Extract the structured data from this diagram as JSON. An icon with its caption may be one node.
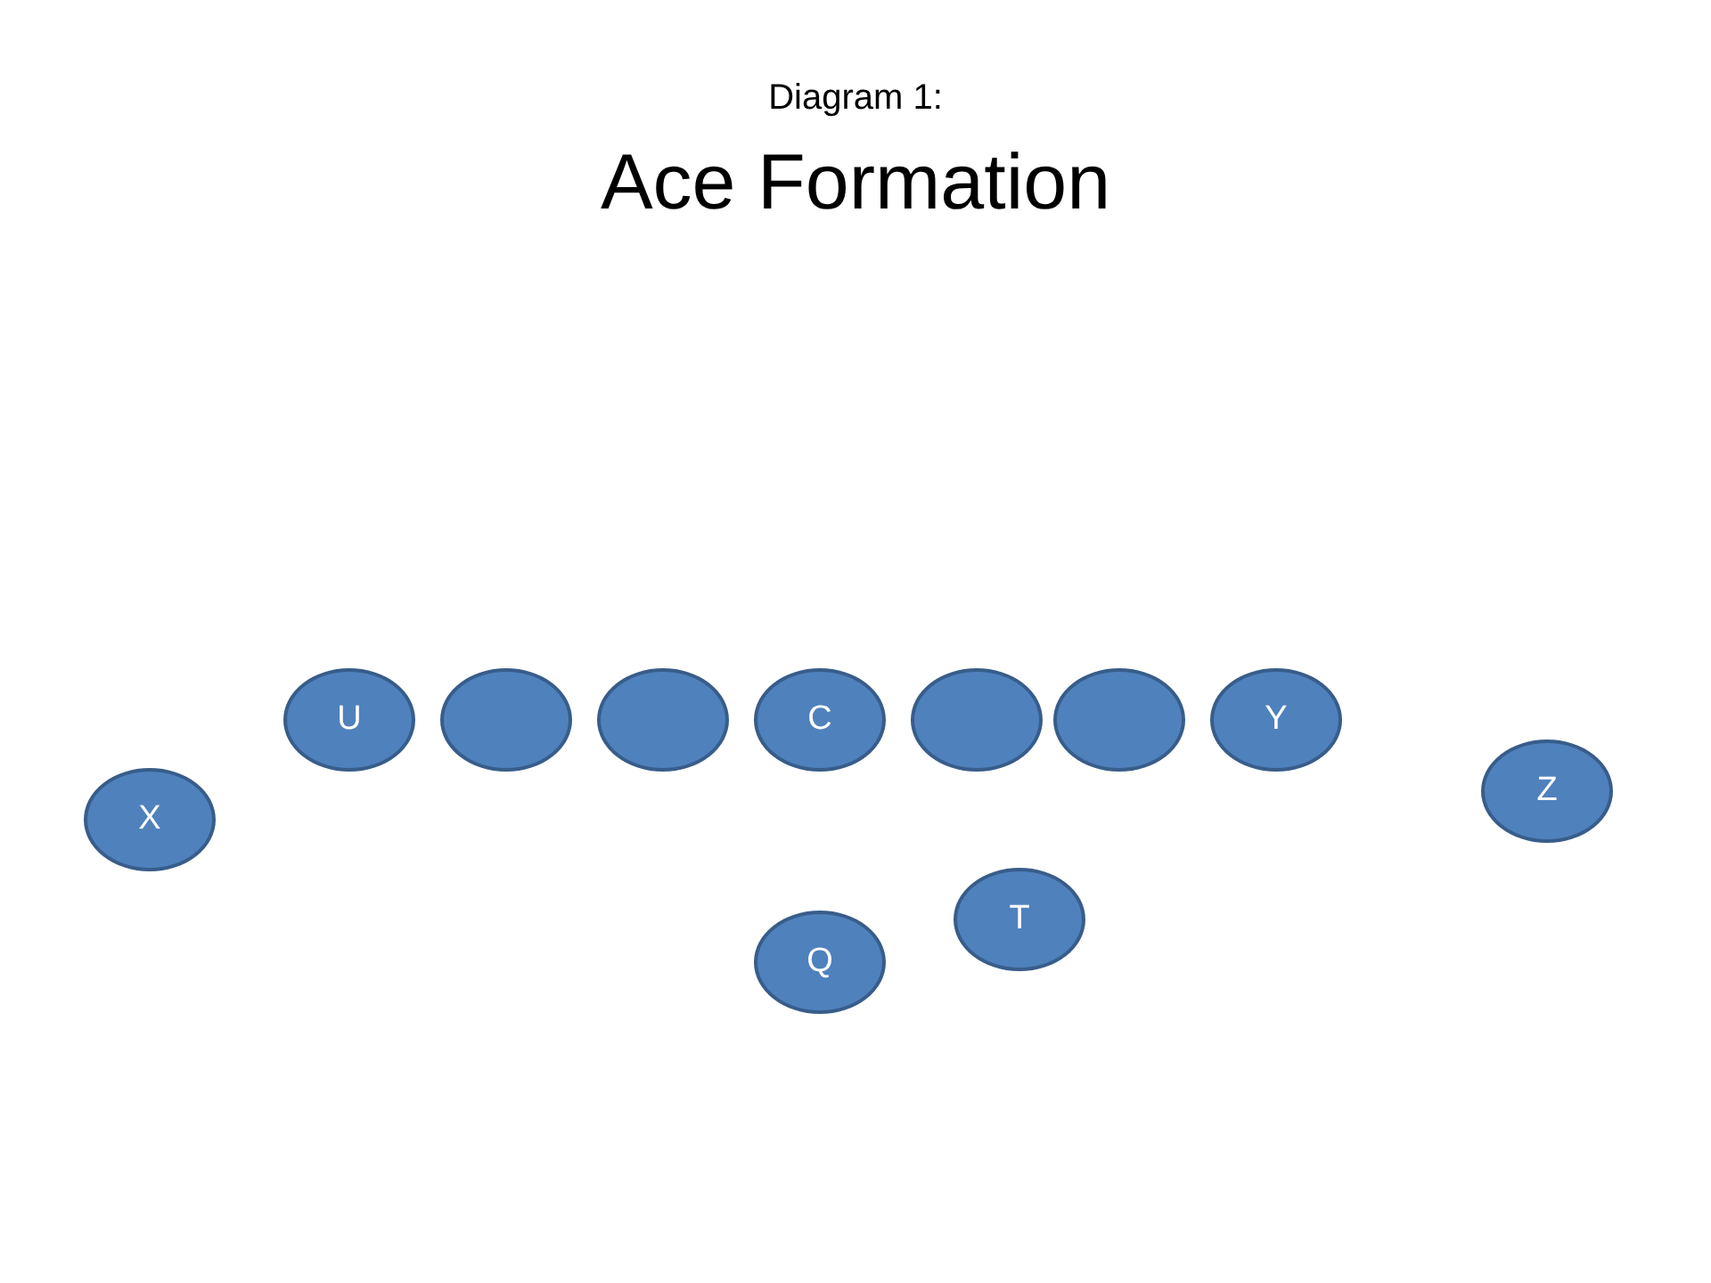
{
  "diagram": {
    "title": "Ace Formation",
    "labels": [
      "Diagram 1:"
    ],
    "nodes": [
      {
        "text": [
          "U"
        ]
      },
      {
        "text": [],
        "shape": "ellipse"
      },
      {
        "text": [],
        "shape": "ellipse"
      },
      {
        "text": [
          "C"
        ]
      },
      {
        "text": [],
        "shape": "ellipse"
      },
      {
        "text": [],
        "shape": "ellipse"
      },
      {
        "text": [
          "Y"
        ]
      },
      {
        "text": [
          "Z"
        ]
      },
      {
        "text": [
          "X"
        ]
      },
      {
        "text": [
          "T"
        ]
      },
      {
        "text": [
          "Q"
        ]
      }
    ]
  }
}
